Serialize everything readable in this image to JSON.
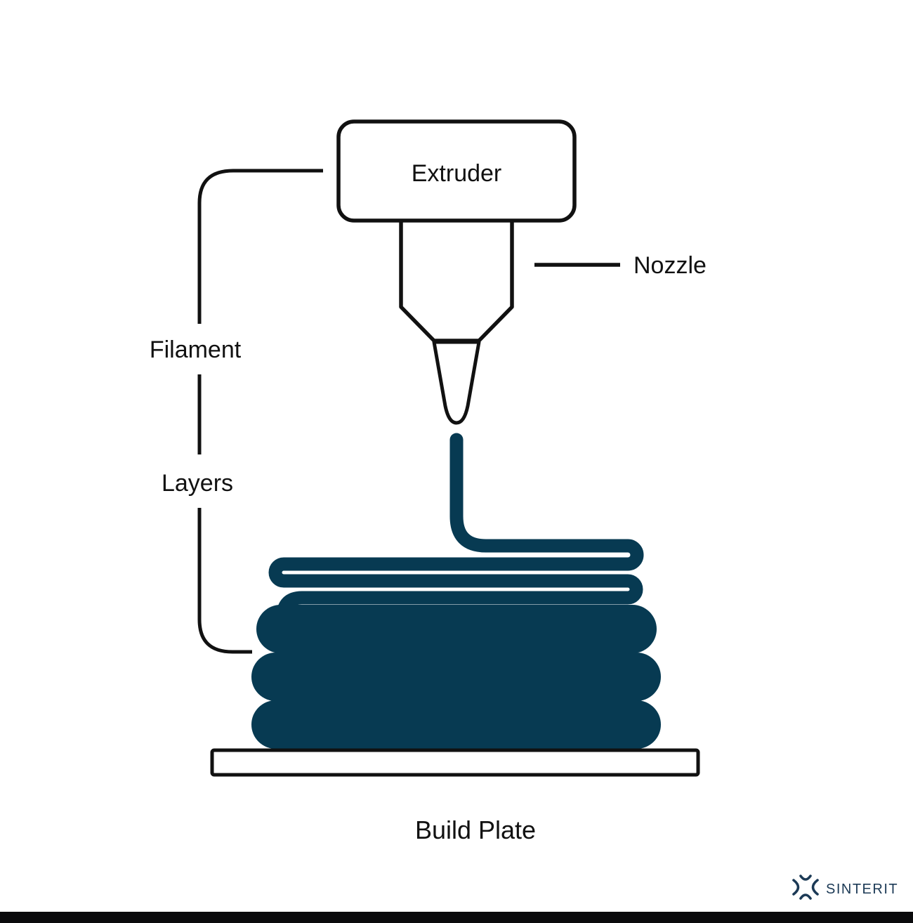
{
  "diagram": {
    "type": "fdm-3d-printing-schematic",
    "labels": {
      "extruder": "Extruder",
      "nozzle": "Nozzle",
      "filament": "Filament",
      "layers": "Layers",
      "build_plate": "Build Plate"
    },
    "parts": [
      "extruder-box",
      "nozzle-body",
      "nozzle-tip",
      "extruded-filament-strand",
      "printed-layers-stack",
      "build-plate"
    ],
    "layer_rows_count": 3,
    "thin_strand_passes": 4
  },
  "branding": {
    "logo_text": "SINTERIT"
  },
  "icons": {
    "logo_mark": "sinterit-burst-icon"
  },
  "colors": {
    "background": "#ffffff",
    "ink": "#111111",
    "filament": "#073a52",
    "logo": "#1c3a56",
    "footer": "#0a0a0c"
  }
}
